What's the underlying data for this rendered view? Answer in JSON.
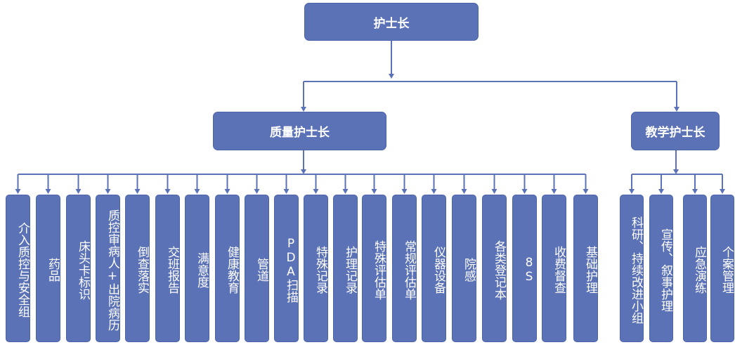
{
  "root": {
    "label": "护士长"
  },
  "branches": [
    {
      "label": "质量护士长",
      "children": [
        "介入质控与安全组",
        "药品",
        "床头卡标识",
        "质控审病人+出院病历",
        "倒查落实",
        "交班报告",
        "满意度",
        "健康教育",
        "管道",
        "PDA扫描",
        "特殊记录",
        "护理记录",
        "特殊评估单",
        "常规评估单",
        "仪器设备",
        "院感",
        "各类登记本",
        "8S",
        "收费督查",
        "基础护理"
      ]
    },
    {
      "label": "教学护士长",
      "children": [
        "科研、持续改进小组",
        "宣传、叙事护理",
        "应急演练",
        "个案管理"
      ]
    }
  ],
  "colors": {
    "box": "#5b72b7",
    "line": "#5b72b7",
    "text": "#ffffff"
  }
}
